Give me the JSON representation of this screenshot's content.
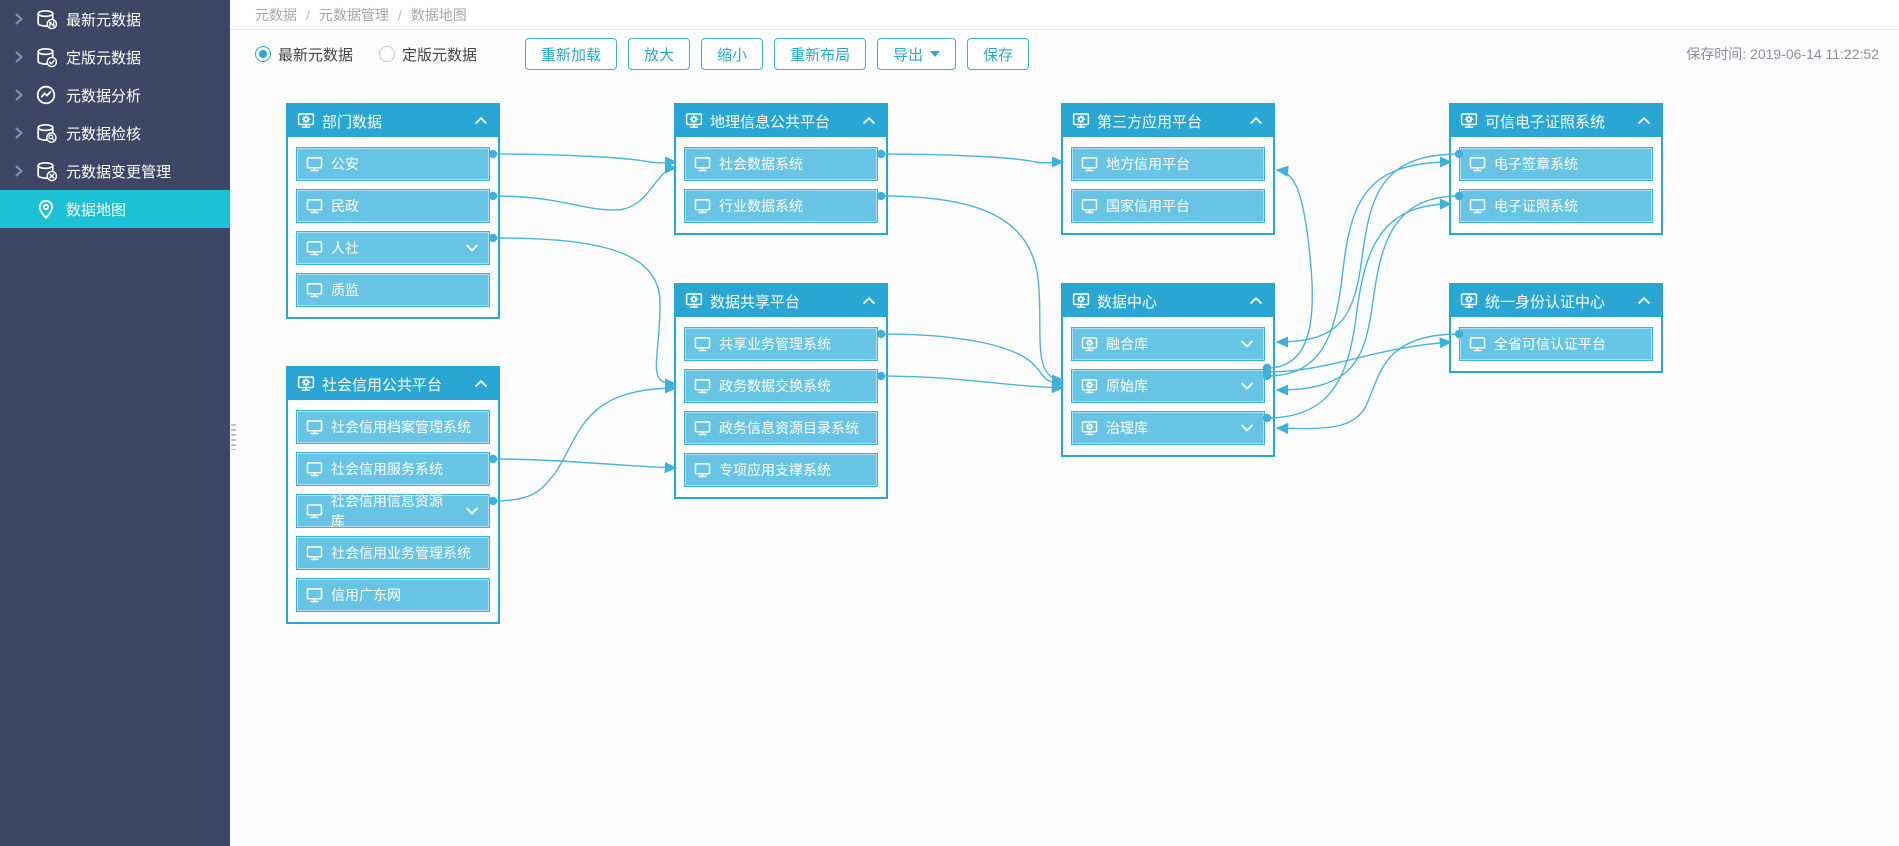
{
  "sidebar": {
    "items": [
      {
        "label": "最新元数据",
        "icon": "database-new-icon",
        "active": false
      },
      {
        "label": "定版元数据",
        "icon": "database-approved-icon",
        "active": false
      },
      {
        "label": "元数据分析",
        "icon": "analysis-icon",
        "active": false
      },
      {
        "label": "元数据检核",
        "icon": "database-audit-icon",
        "active": false
      },
      {
        "label": "元数据变更管理",
        "icon": "database-change-icon",
        "active": false
      },
      {
        "label": "数据地图",
        "icon": "map-pin-icon",
        "active": true
      }
    ]
  },
  "breadcrumb": {
    "items": [
      "元数据",
      "元数据管理",
      "数据地图"
    ],
    "separator": "/"
  },
  "toolbar": {
    "radios": [
      {
        "label": "最新元数据",
        "selected": true
      },
      {
        "label": "定版元数据",
        "selected": false
      }
    ],
    "buttons": [
      {
        "label": "重新加载"
      },
      {
        "label": "放大"
      },
      {
        "label": "缩小"
      },
      {
        "label": "重新布局"
      },
      {
        "label": "导出",
        "has_dropdown": true
      },
      {
        "label": "保存"
      }
    ],
    "save_time_label": "保存时间: 2019-06-14 11:22:52"
  },
  "diagram": {
    "groups": [
      {
        "title": "部门数据",
        "items": [
          {
            "label": "公安"
          },
          {
            "label": "民政"
          },
          {
            "label": "人社",
            "expandable": true
          },
          {
            "label": "质监"
          }
        ]
      },
      {
        "title": "社会信用公共平台",
        "items": [
          {
            "label": "社会信用档案管理系统"
          },
          {
            "label": "社会信用服务系统"
          },
          {
            "label": "社会信用信息资源库",
            "expandable": true
          },
          {
            "label": "社会信用业务管理系统"
          },
          {
            "label": "信用广东网"
          }
        ]
      },
      {
        "title": "地理信息公共平台",
        "items": [
          {
            "label": "社会数据系统"
          },
          {
            "label": "行业数据系统"
          }
        ]
      },
      {
        "title": "数据共享平台",
        "items": [
          {
            "label": "共享业务管理系统"
          },
          {
            "label": "政务数据交换系统"
          },
          {
            "label": "政务信息资源目录系统"
          },
          {
            "label": "专项应用支撑系统"
          }
        ]
      },
      {
        "title": "第三方应用平台",
        "items": [
          {
            "label": "地方信用平台"
          },
          {
            "label": "国家信用平台"
          }
        ]
      },
      {
        "title": "数据中心",
        "items": [
          {
            "label": "融合库",
            "expandable": true,
            "icon": "monitor-gear"
          },
          {
            "label": "原始库",
            "expandable": true,
            "icon": "monitor-gear"
          },
          {
            "label": "治理库",
            "expandable": true,
            "icon": "monitor-gear"
          }
        ]
      },
      {
        "title": "可信电子证照系统",
        "items": [
          {
            "label": "电子签章系统"
          },
          {
            "label": "电子证照系统"
          }
        ]
      },
      {
        "title": "统一身份认证中心",
        "items": [
          {
            "label": "全省可信认证平台"
          }
        ]
      }
    ],
    "connections": [
      {
        "from": "公安",
        "to": "社会数据系统"
      },
      {
        "from": "民政",
        "to": "社会数据系统"
      },
      {
        "from": "人社",
        "to": "政务数据交换系统"
      },
      {
        "from": "社会信用服务系统",
        "to": "专项应用支撑系统"
      },
      {
        "from": "社会信用信息资源库",
        "to": "政务数据交换系统"
      },
      {
        "from": "社会数据系统",
        "to": "地方信用平台"
      },
      {
        "from": "行业数据系统",
        "to": "原始库"
      },
      {
        "from": "共享业务管理系统",
        "to": "原始库"
      },
      {
        "from": "政务数据交换系统",
        "to": "原始库"
      },
      {
        "from": "原始库",
        "to": "电子签章系统"
      },
      {
        "from": "治理库",
        "to": "电子证照系统"
      },
      {
        "from": "原始库",
        "to": "全省可信认证平台"
      },
      {
        "from": "电子签章系统",
        "to": "融合库"
      },
      {
        "from": "电子证照系统",
        "to": "原始库"
      },
      {
        "from": "全省可信认证平台",
        "to": "治理库"
      },
      {
        "from": "原始库",
        "to": "地方信用平台"
      }
    ]
  },
  "colors": {
    "sidebar_bg": "#3d4765",
    "sidebar_active": "#1dc1d5",
    "group_header": "#29a6d4",
    "node_fill": "#67c4e5",
    "wire": "#4cb4d8",
    "button_accent": "#2aa9cc"
  }
}
